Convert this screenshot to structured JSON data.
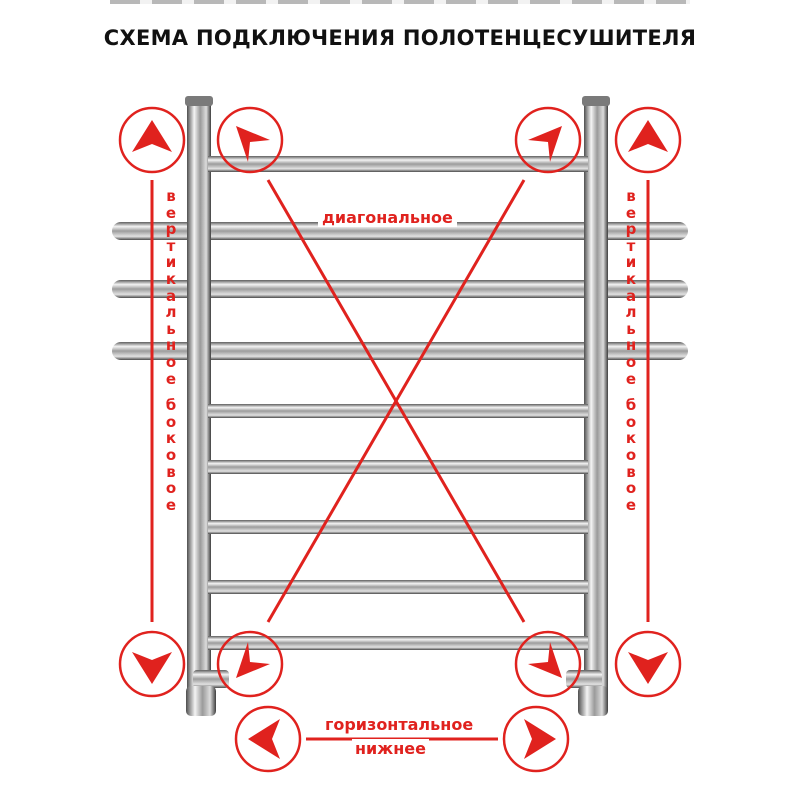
{
  "title": "СХЕМА ПОДКЛЮЧЕНИЯ ПОЛОТЕНЦЕСУШИТЕЛЯ",
  "labels": {
    "diagonal": "диагональное",
    "horizontal": "горизонтальное",
    "bottom": "нижнее",
    "vertical_word_1": "вертикальное",
    "vertical_word_2": "боковое"
  },
  "colors": {
    "accent": "#e0221e",
    "chrome": "#9a9a9a",
    "background": "#ffffff"
  },
  "icons": [
    "arrow-up-circle-icon",
    "arrow-down-circle-icon",
    "arrow-left-circle-icon",
    "arrow-right-circle-icon",
    "corner-arrow-circle-icon"
  ]
}
